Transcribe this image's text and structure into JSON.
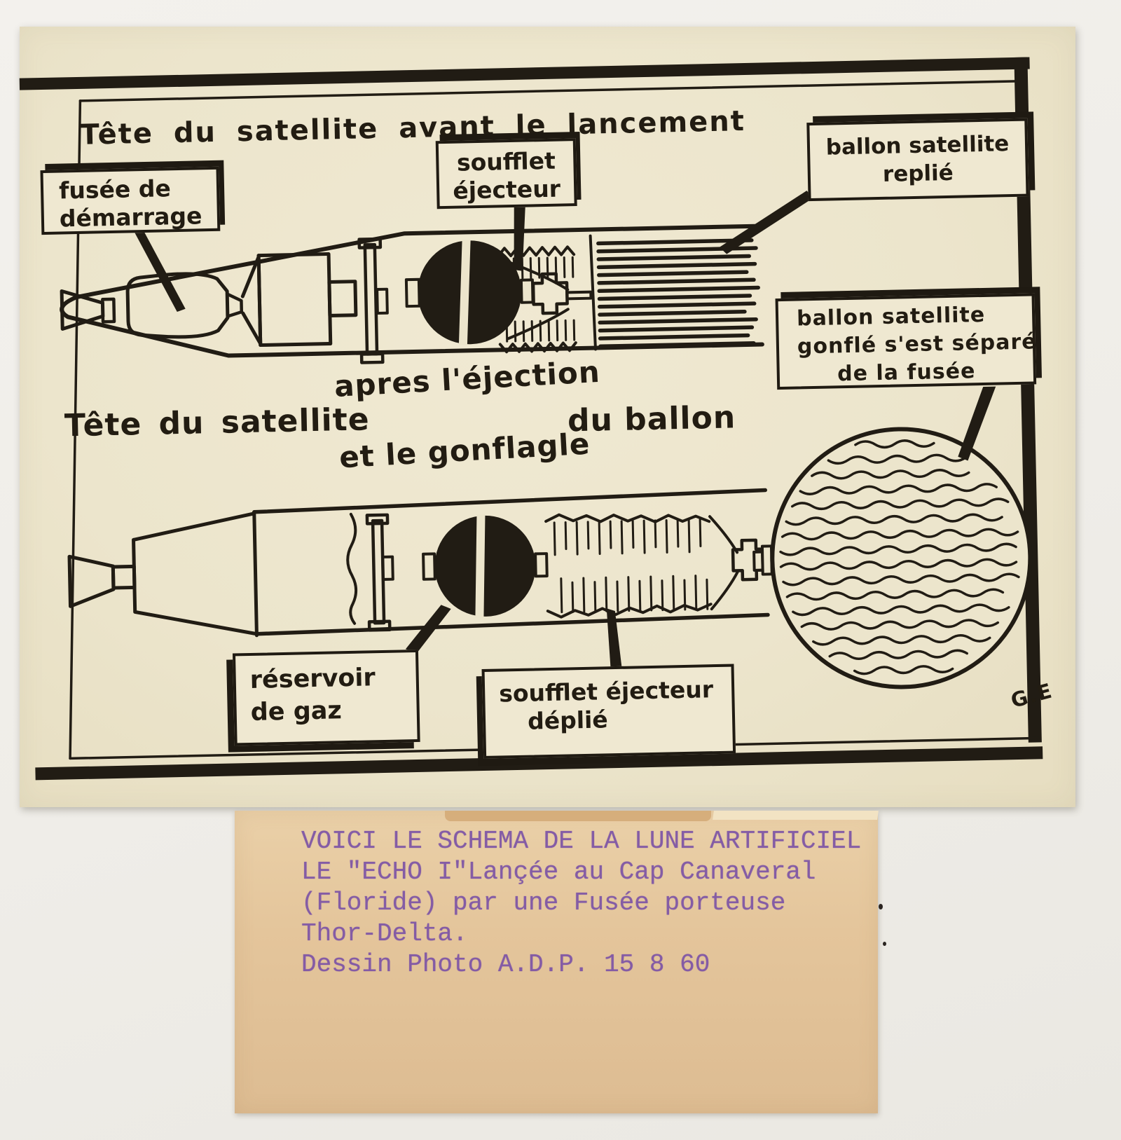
{
  "photo": {
    "title_before_launch": "Tête du satellite avant le lancement",
    "title_after": {
      "head": "Tête du satellite",
      "line_top": "apres l'éjection",
      "line_bottom": "et le gonflagle",
      "tail": "du ballon"
    },
    "labels": {
      "starter_rocket": [
        "fusée de",
        "démarrage"
      ],
      "ejector_bellows": [
        "soufflet",
        "éjecteur"
      ],
      "folded_balloon": [
        "ballon satellite",
        "replié"
      ],
      "inflated_balloon": [
        "ballon satellite",
        "gonflé s'est séparé",
        "de la fusée"
      ],
      "gas_tank": [
        "réservoir",
        "de gaz"
      ],
      "unfolded_bellows": [
        "soufflet éjecteur",
        "déplié"
      ]
    },
    "signature": "G.E"
  },
  "caption": {
    "lines": [
      "VOICI LE SCHEMA DE LA LUNE ARTIFICIEL",
      "LE \"ECHO I\"Lançée au Cap Canaveral",
      "(Floride) par une Fusée porteuse",
      "Thor-Delta.",
      "Dessin Photo A.D.P. 15 8 60"
    ]
  }
}
